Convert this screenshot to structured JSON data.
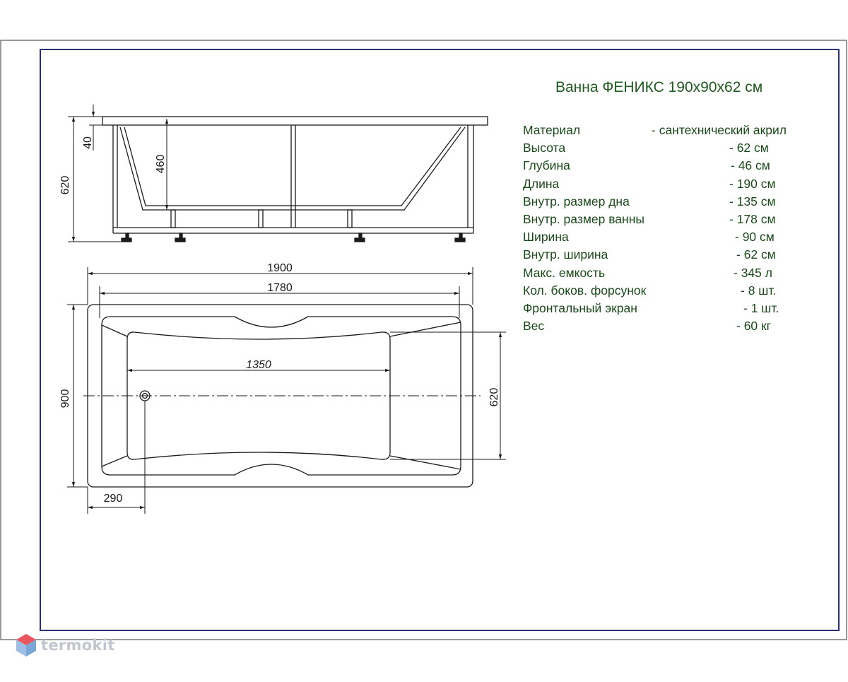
{
  "title": "Ванна ФЕНИКС 190х90х62 см",
  "specs": [
    {
      "label": "Материал",
      "value": "- сантехнический акрил"
    },
    {
      "label": "Высота",
      "value": "- 62 см"
    },
    {
      "label": "Глубина",
      "value": "- 46 см"
    },
    {
      "label": "Длина",
      "value": "- 190 см"
    },
    {
      "label": "Внутр. размер дна",
      "value": "- 135 см"
    },
    {
      "label": "Внутр. размер ванны",
      "value": "- 178 см"
    },
    {
      "label": "Ширина",
      "value": "- 90 см"
    },
    {
      "label": "Внутр. ширина",
      "value": "- 62 см"
    },
    {
      "label": "Макс. емкость",
      "value": "- 345 л"
    },
    {
      "label": "Кол. боков. форсунок",
      "value": "- 8 шт."
    },
    {
      "label": "Фронтальный экран",
      "value": "- 1 шт."
    },
    {
      "label": "Вес",
      "value": "- 60 кг"
    }
  ],
  "dimensions": {
    "rim_height": "40",
    "total_height": "620",
    "depth": "460",
    "total_length": "1900",
    "inner_length": "1780",
    "bottom_length": "1350",
    "total_width": "900",
    "inner_width": "620",
    "drain_offset": "290"
  },
  "watermark": "termokit",
  "colors": {
    "title": "#1f5a1f",
    "spec_text": "#1a4a1a",
    "lines": "#1a1a1a",
    "watermark": "#c2c7cf",
    "logo_top": "#e8575f",
    "logo_side": "#7aa6d8"
  }
}
